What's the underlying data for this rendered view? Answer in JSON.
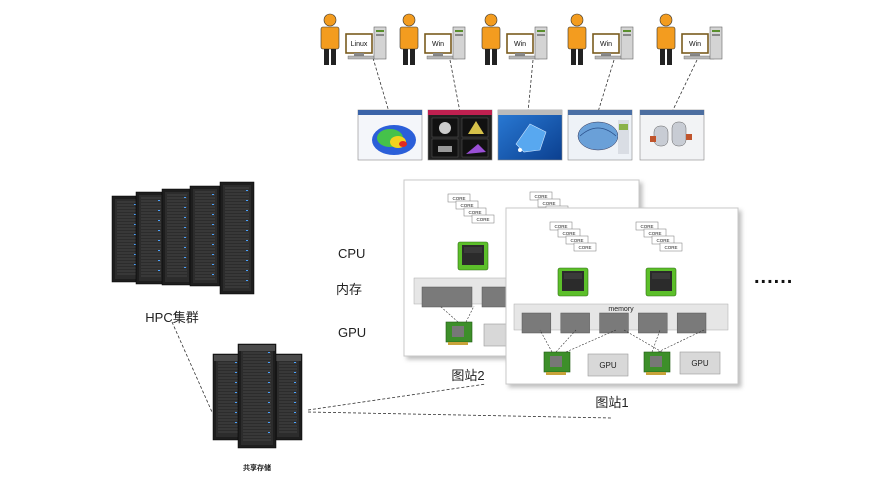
{
  "users": [
    {
      "os": "Linux"
    },
    {
      "os": "Win"
    },
    {
      "os": "Win"
    },
    {
      "os": "Win"
    },
    {
      "os": "Win"
    }
  ],
  "cluster": {
    "label": "HPC集群"
  },
  "storage": {
    "label": "共享存储"
  },
  "row_labels": {
    "cpu": "CPU",
    "memory": "内存",
    "gpu": "GPU"
  },
  "workstations": [
    {
      "label": "图站2"
    },
    {
      "label": "图站1",
      "memory_label": "memory",
      "core_label": "CORE",
      "gpu_label": "GPU"
    }
  ],
  "ellipsis": "......",
  "colors": {
    "person": "#f39c1f",
    "person_dark": "#222222",
    "rack": "#1e1e1e",
    "memory_module": "#7a7a7a",
    "memory_bar": "#e6e6e6",
    "chip_green": "#5cbf2a",
    "gpu_box": "#d8d8d8",
    "panel_border": "#cccccc"
  }
}
